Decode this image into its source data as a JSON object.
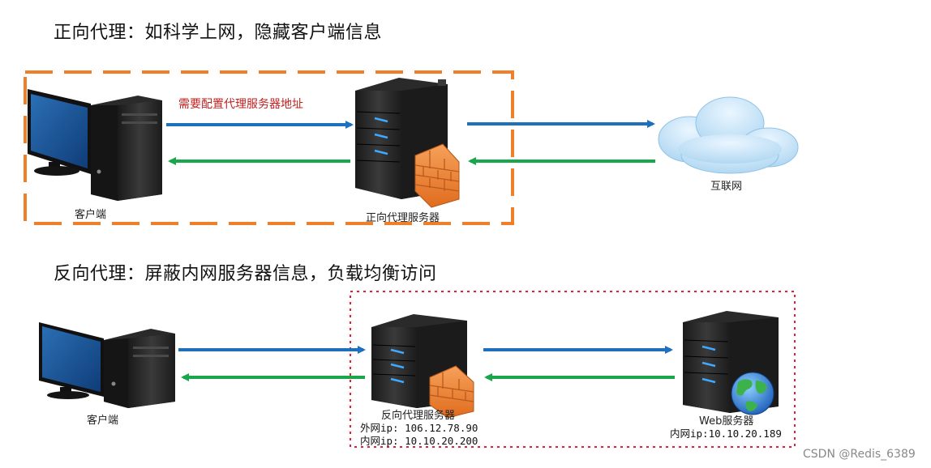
{
  "forward": {
    "heading": "正向代理：如科学上网，隐藏客户端信息",
    "config_note": "需要配置代理服务器地址",
    "client_label": "客户端",
    "proxy_label": "正向代理服务器",
    "internet_label": "互联网"
  },
  "reverse": {
    "heading": "反向代理：屏蔽内网服务器信息，负载均衡访问",
    "client_label": "客户端",
    "proxy_label": "反向代理服务器",
    "proxy_outer_ip": "外网ip: 106.12.78.90",
    "proxy_inner_ip": "内网ip: 10.10.20.200",
    "web_label": "Web服务器",
    "web_ip": "内网ip:10.10.20.189"
  },
  "watermark": "CSDN @Redis_6389",
  "colors": {
    "request_arrow": "#1f6fbf",
    "response_arrow": "#1aa64a",
    "forward_box": "#f07f2a",
    "reverse_box": "#e0203a"
  }
}
